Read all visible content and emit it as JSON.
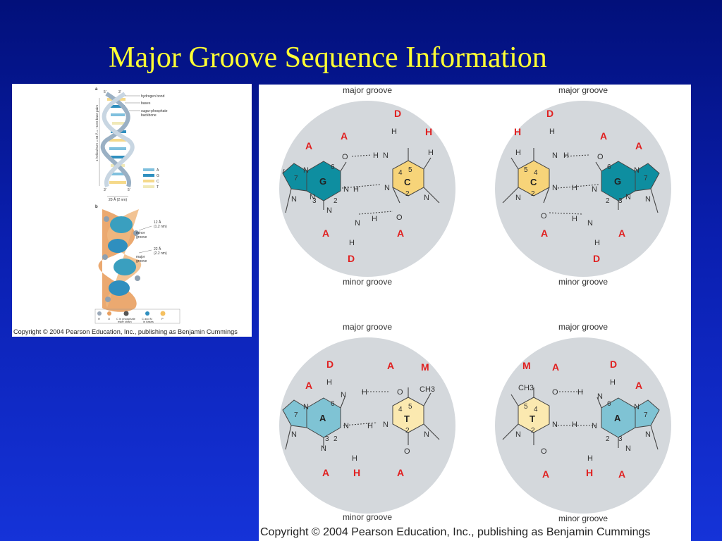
{
  "slide": {
    "title": "Major Groove Sequence Information"
  },
  "left_figure": {
    "panel_a_label": "a",
    "panel_b_label": "b",
    "helix_labels": {
      "strand_5_left": "5'",
      "strand_3_right": "3'",
      "strand_3_left": "3'",
      "strand_5_right": "5'",
      "hydrogen_bond": "hydrogen bond",
      "bases": "bases",
      "backbone_1": "sugar-phosphate",
      "backbone_2": "backbone",
      "vertical": "1 helical turn = 34 Å = ~10.5 base pairs",
      "width": "20 Å (2 nm)"
    },
    "base_legend": [
      "A",
      "G",
      "C",
      "T"
    ],
    "groove_labels": {
      "minor_size_1": "12 Å",
      "minor_size_2": "(1.2 nm)",
      "minor_1": "minor",
      "minor_2": "groove",
      "major_size_1": "22 Å",
      "major_size_2": "(2.2 nm)",
      "major_1": "major",
      "major_2": "groove"
    },
    "atom_legend": {
      "H": "H",
      "O": "O",
      "phosphate_1": "C in phosphate",
      "phosphate_2": "ester chain",
      "bases_1": "C and N",
      "bases_2": "in bases",
      "P": "P"
    },
    "copyright": "Copyright © 2004 Pearson Education, Inc., publishing as Benjamin Cummings"
  },
  "base_pairs": {
    "groove_top": "major groove",
    "groove_bottom": "minor groove",
    "gc": {
      "major_letters": [
        "A",
        "A",
        "D",
        "H"
      ],
      "minor_letters": [
        "A",
        "D",
        "A"
      ],
      "g_name": "G",
      "c_name": "C",
      "nums": [
        "7",
        "6",
        "3",
        "2",
        "4",
        "5",
        "2"
      ]
    },
    "cg": {
      "major_letters": [
        "D",
        "H",
        "A",
        "A"
      ],
      "minor_letters": [
        "A",
        "D",
        "A"
      ],
      "g_name": "G",
      "c_name": "C",
      "nums": [
        "6",
        "7",
        "2",
        "3",
        "5",
        "4",
        "2"
      ]
    },
    "at": {
      "major_letters": [
        "D",
        "A",
        "A",
        "M"
      ],
      "minor_letters": [
        "A",
        "H",
        "A"
      ],
      "a_name": "A",
      "t_name": "T",
      "nums": [
        "7",
        "6",
        "3",
        "2",
        "4",
        "5",
        "2"
      ]
    },
    "ta": {
      "major_letters": [
        "M",
        "A",
        "D",
        "A"
      ],
      "minor_letters": [
        "A",
        "H",
        "A"
      ],
      "a_name": "A",
      "t_name": "T",
      "nums": [
        "6",
        "7",
        "2",
        "3",
        "5",
        "4",
        "2"
      ]
    },
    "atoms": {
      "N": "N",
      "O": "O",
      "H": "H",
      "CH3": "CH3"
    },
    "copyright": "Copyright © 2004 Pearson Education, Inc., publishing as Benjamin Cummings"
  },
  "colors": {
    "background_top": "#02107a",
    "background_bottom": "#1533d8",
    "title": "#ffff33",
    "groove_circle": "#d4d8dc",
    "guanine": "#0e8ea0",
    "cytosine": "#f7d479",
    "adenine": "#7fc3d4",
    "thymine": "#fbe9b0",
    "groove_letter": "#e02020"
  }
}
